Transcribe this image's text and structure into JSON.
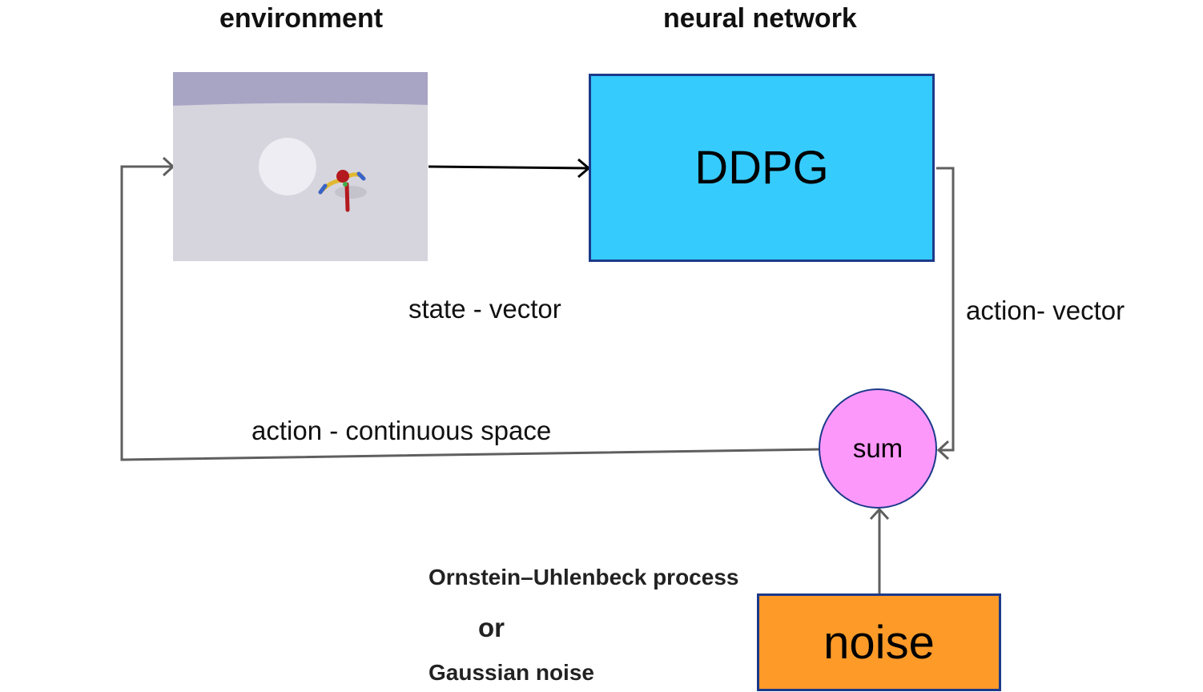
{
  "headings": {
    "environment": "environment",
    "neural_network": "neural network"
  },
  "nodes": {
    "ddpg": {
      "label": "DDPG",
      "color": "#36cbfd",
      "border": "#1c3a8a"
    },
    "sum": {
      "label": "sum",
      "color": "#fd98fb",
      "border": "#1c3a8a"
    },
    "noise": {
      "label": "noise",
      "color": "#fd9a28",
      "border": "#1c3a8a"
    }
  },
  "edge_labels": {
    "state": "state - vector",
    "action_vector": "action- vector",
    "action_continuous": "action - continuous space"
  },
  "noise_options": {
    "option_1": "Ornstein–Uhlenbeck process",
    "or": "or",
    "option_2": "Gaussian noise"
  },
  "environment_scene": {
    "sky_color": "#a8a4c4",
    "floor_color": "#d6d5dd",
    "target_color": "#ededf3",
    "agent_body_color": "#b3191e",
    "agent_leg_colors": [
      "#e0b830",
      "#3a63c8",
      "#3fae4a"
    ]
  },
  "colors": {
    "arrow_black": "#000000",
    "arrow_gray": "#5f5f5f"
  }
}
